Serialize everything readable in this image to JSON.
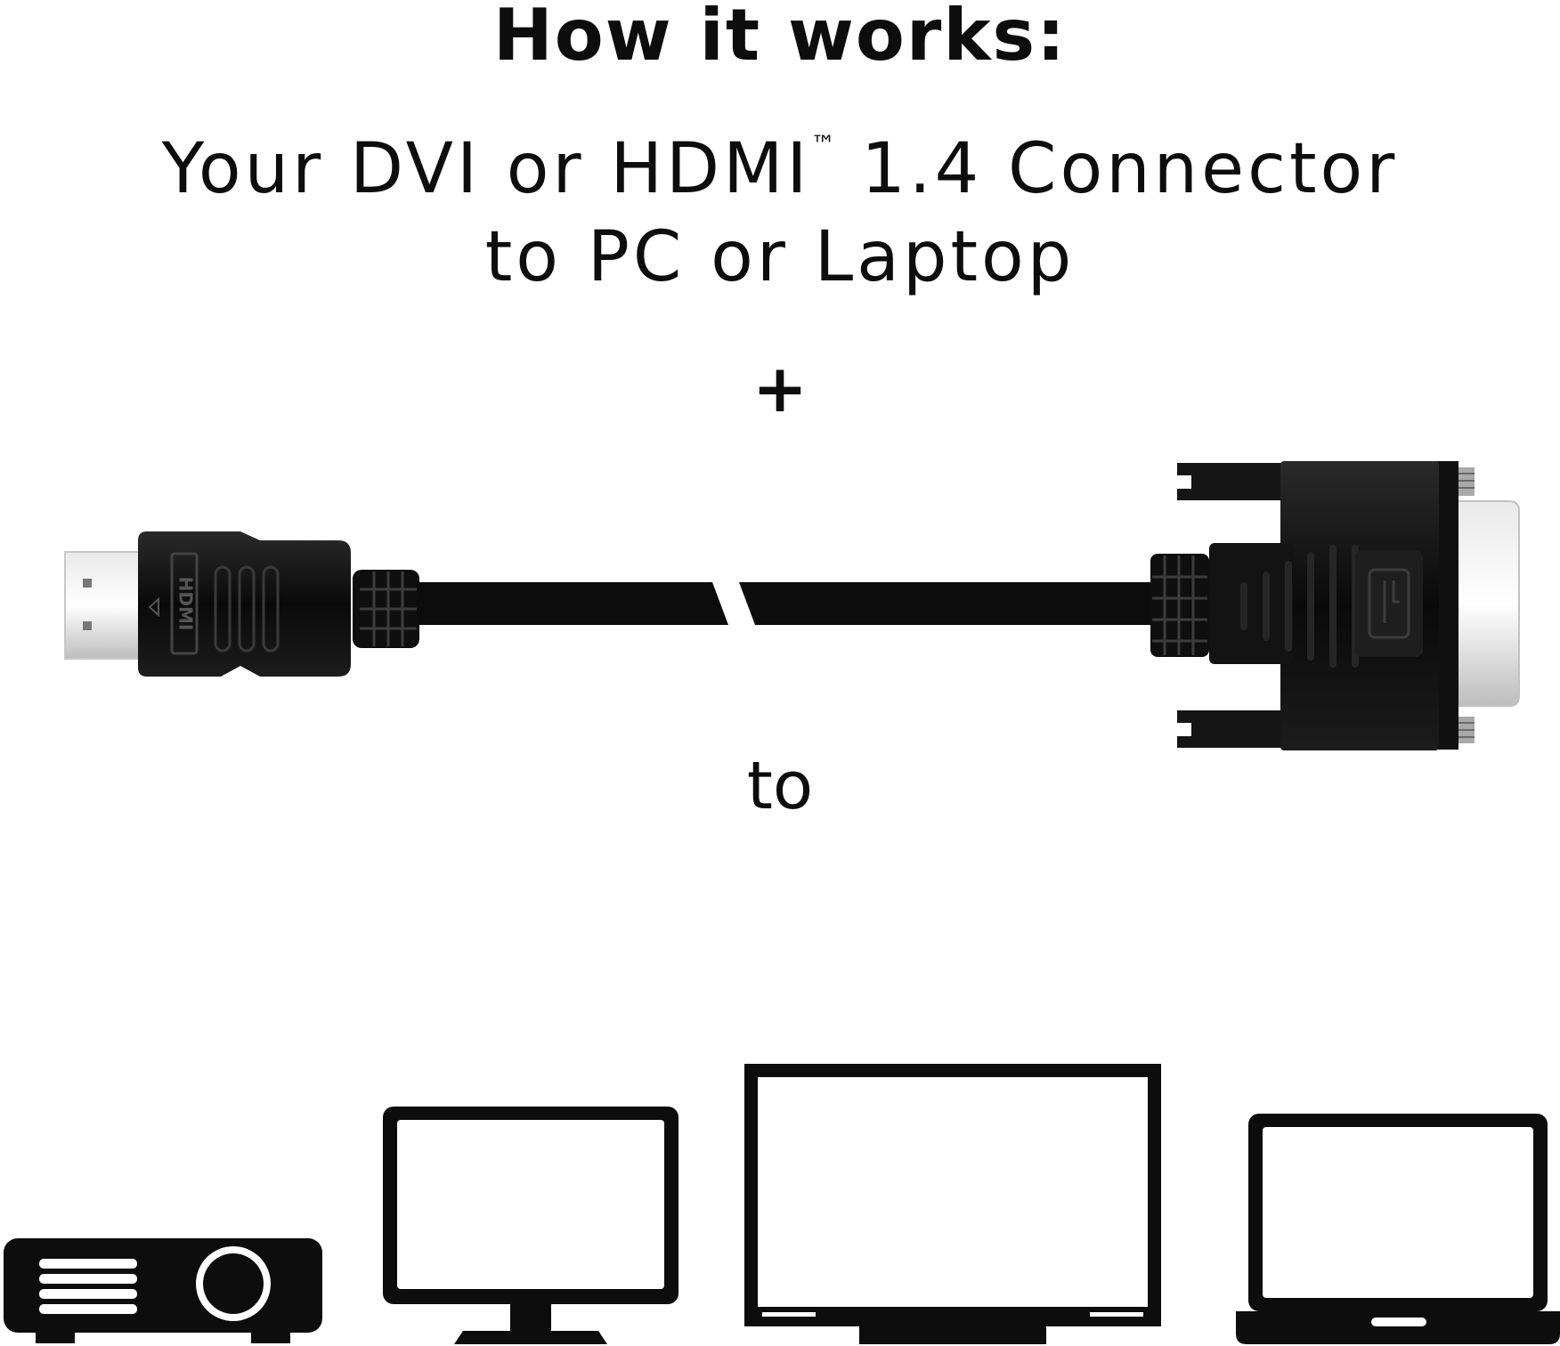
{
  "heading": "How it works:",
  "line1_prefix": "Your DVI or HDMI",
  "line1_tm": "™",
  "line1_suffix": " 1.4 Connector",
  "line2": "to PC or Laptop",
  "plus": "+",
  "to": "to",
  "hdmi_logo_text": "HDMI",
  "devices": [
    "projector-icon",
    "monitor-icon",
    "tv-icon",
    "laptop-icon"
  ]
}
